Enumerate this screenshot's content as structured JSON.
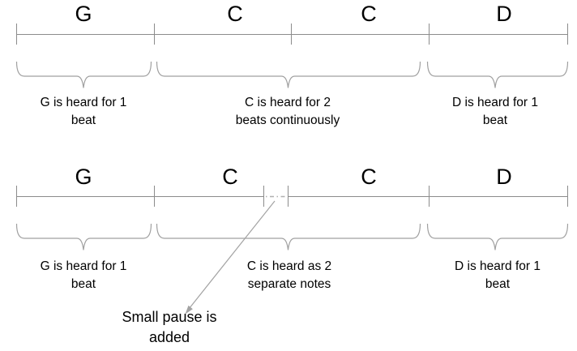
{
  "colors": {
    "timeline": "#8c8c8c",
    "brace": "#a0a0a0",
    "pause": "#b0b0b0",
    "arrow": "#a3a3a3",
    "text": "#000000",
    "background": "#ffffff"
  },
  "diagram_top": {
    "chords": [
      "G",
      "C",
      "C",
      "D"
    ],
    "captions": [
      {
        "line1": "G is heard for 1",
        "line2": "beat"
      },
      {
        "line1": "C is heard for 2",
        "line2": "beats continuously"
      },
      {
        "line1": "D is heard for 1",
        "line2": "beat"
      }
    ]
  },
  "diagram_bottom": {
    "chords": [
      "G",
      "C",
      "C",
      "D"
    ],
    "captions": [
      {
        "line1": "G is heard for 1",
        "line2": "beat"
      },
      {
        "line1": "C is heard as 2",
        "line2": "separate notes"
      },
      {
        "line1": "D is heard for 1",
        "line2": "beat"
      }
    ],
    "annotation": {
      "line1": "Small pause is",
      "line2": "added"
    }
  }
}
